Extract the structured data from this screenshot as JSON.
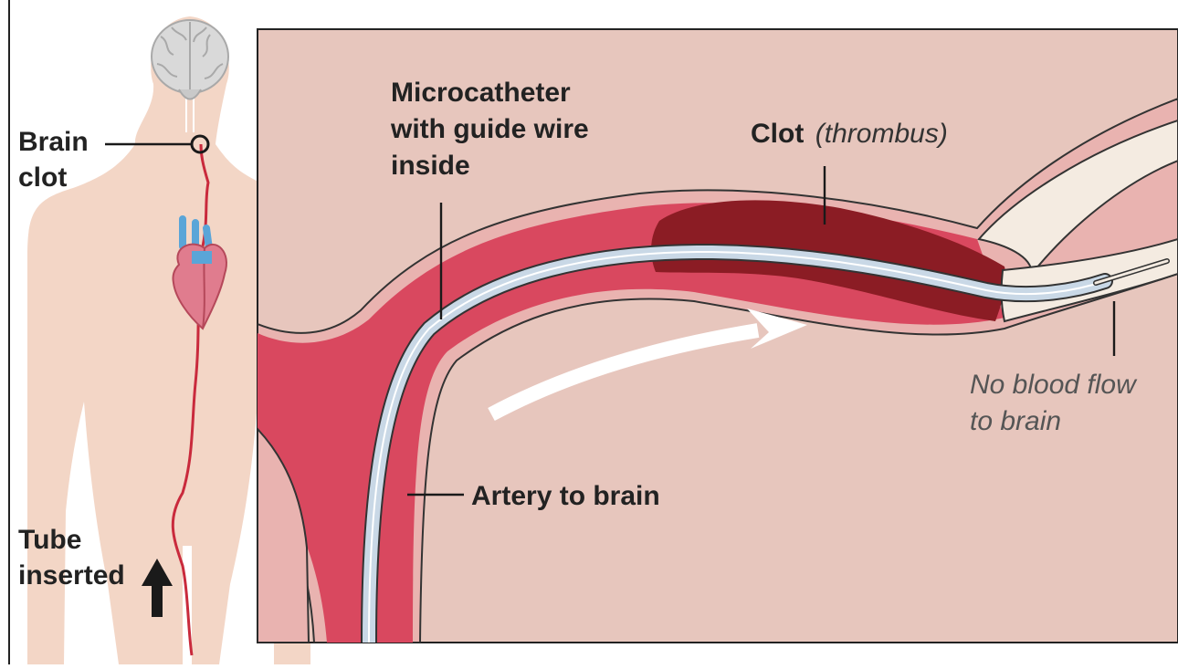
{
  "labels": {
    "brain_clot_line1": "Brain",
    "brain_clot_line2": "clot",
    "tube_inserted_line1": "Tube",
    "tube_inserted_line2": "inserted",
    "microcatheter_line1": "Microcatheter",
    "microcatheter_line2": "with guide wire",
    "microcatheter_line3": "inside",
    "clot_main": "Clot",
    "clot_paren": "(thrombus)",
    "artery": "Artery to brain",
    "no_flow_line1": "No blood flow",
    "no_flow_line2": "to brain"
  },
  "colors": {
    "body_silhouette": "#f3d6c6",
    "panel_background": "#e7c6bd",
    "artery_blood": "#d9485f",
    "vessel_wall": "#e9b3b0",
    "clot": "#8b1c24",
    "empty_vessel": "#f4ebe1",
    "catheter": "#c9d8e6",
    "flow_arrow": "#ffffff",
    "heart": "#e07c8e",
    "heart_vessels": "#5aa5d8",
    "brain": "#d9d9d9"
  },
  "icons": {
    "brain": "brain-icon",
    "heart": "heart-icon",
    "arrow_up": "arrow-up-icon",
    "flow_arrow": "flow-arrow-icon"
  }
}
